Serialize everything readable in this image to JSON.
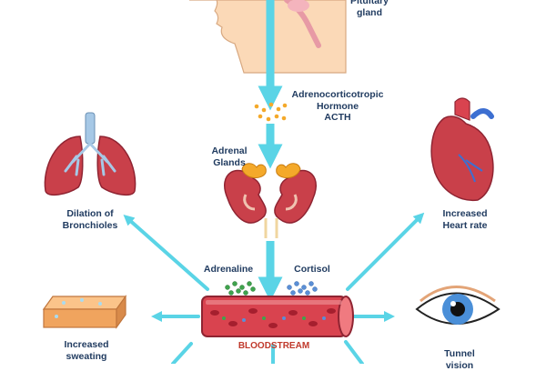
{
  "labels": {
    "pituitary": "Pituitary\ngland",
    "hormone": "Adrenocorticotropic\nHormone\nACTH",
    "adrenal": "Adrenal\nGlands",
    "bronchioles": "Dilation of\nBronchioles",
    "heart": "Increased\nHeart rate",
    "adrenaline": "Adrenaline",
    "cortisol": "Cortisol",
    "bloodstream": "BLOODSTREAM",
    "sweating": "Increased\nsweating",
    "vision": "Tunnel\nvision"
  },
  "colors": {
    "arrow": "#5ad4e6",
    "skin": "#fbd9b7",
    "organ_red": "#c9404a",
    "organ_dark": "#8f2432",
    "gland_yellow": "#f4a92a",
    "vessel": "#d9434f",
    "adrenaline_dots": "#3fa34d",
    "cortisol_dots": "#5b8fd6",
    "label": "#1f3a5f",
    "bloodstream_label": "#c0392b"
  }
}
